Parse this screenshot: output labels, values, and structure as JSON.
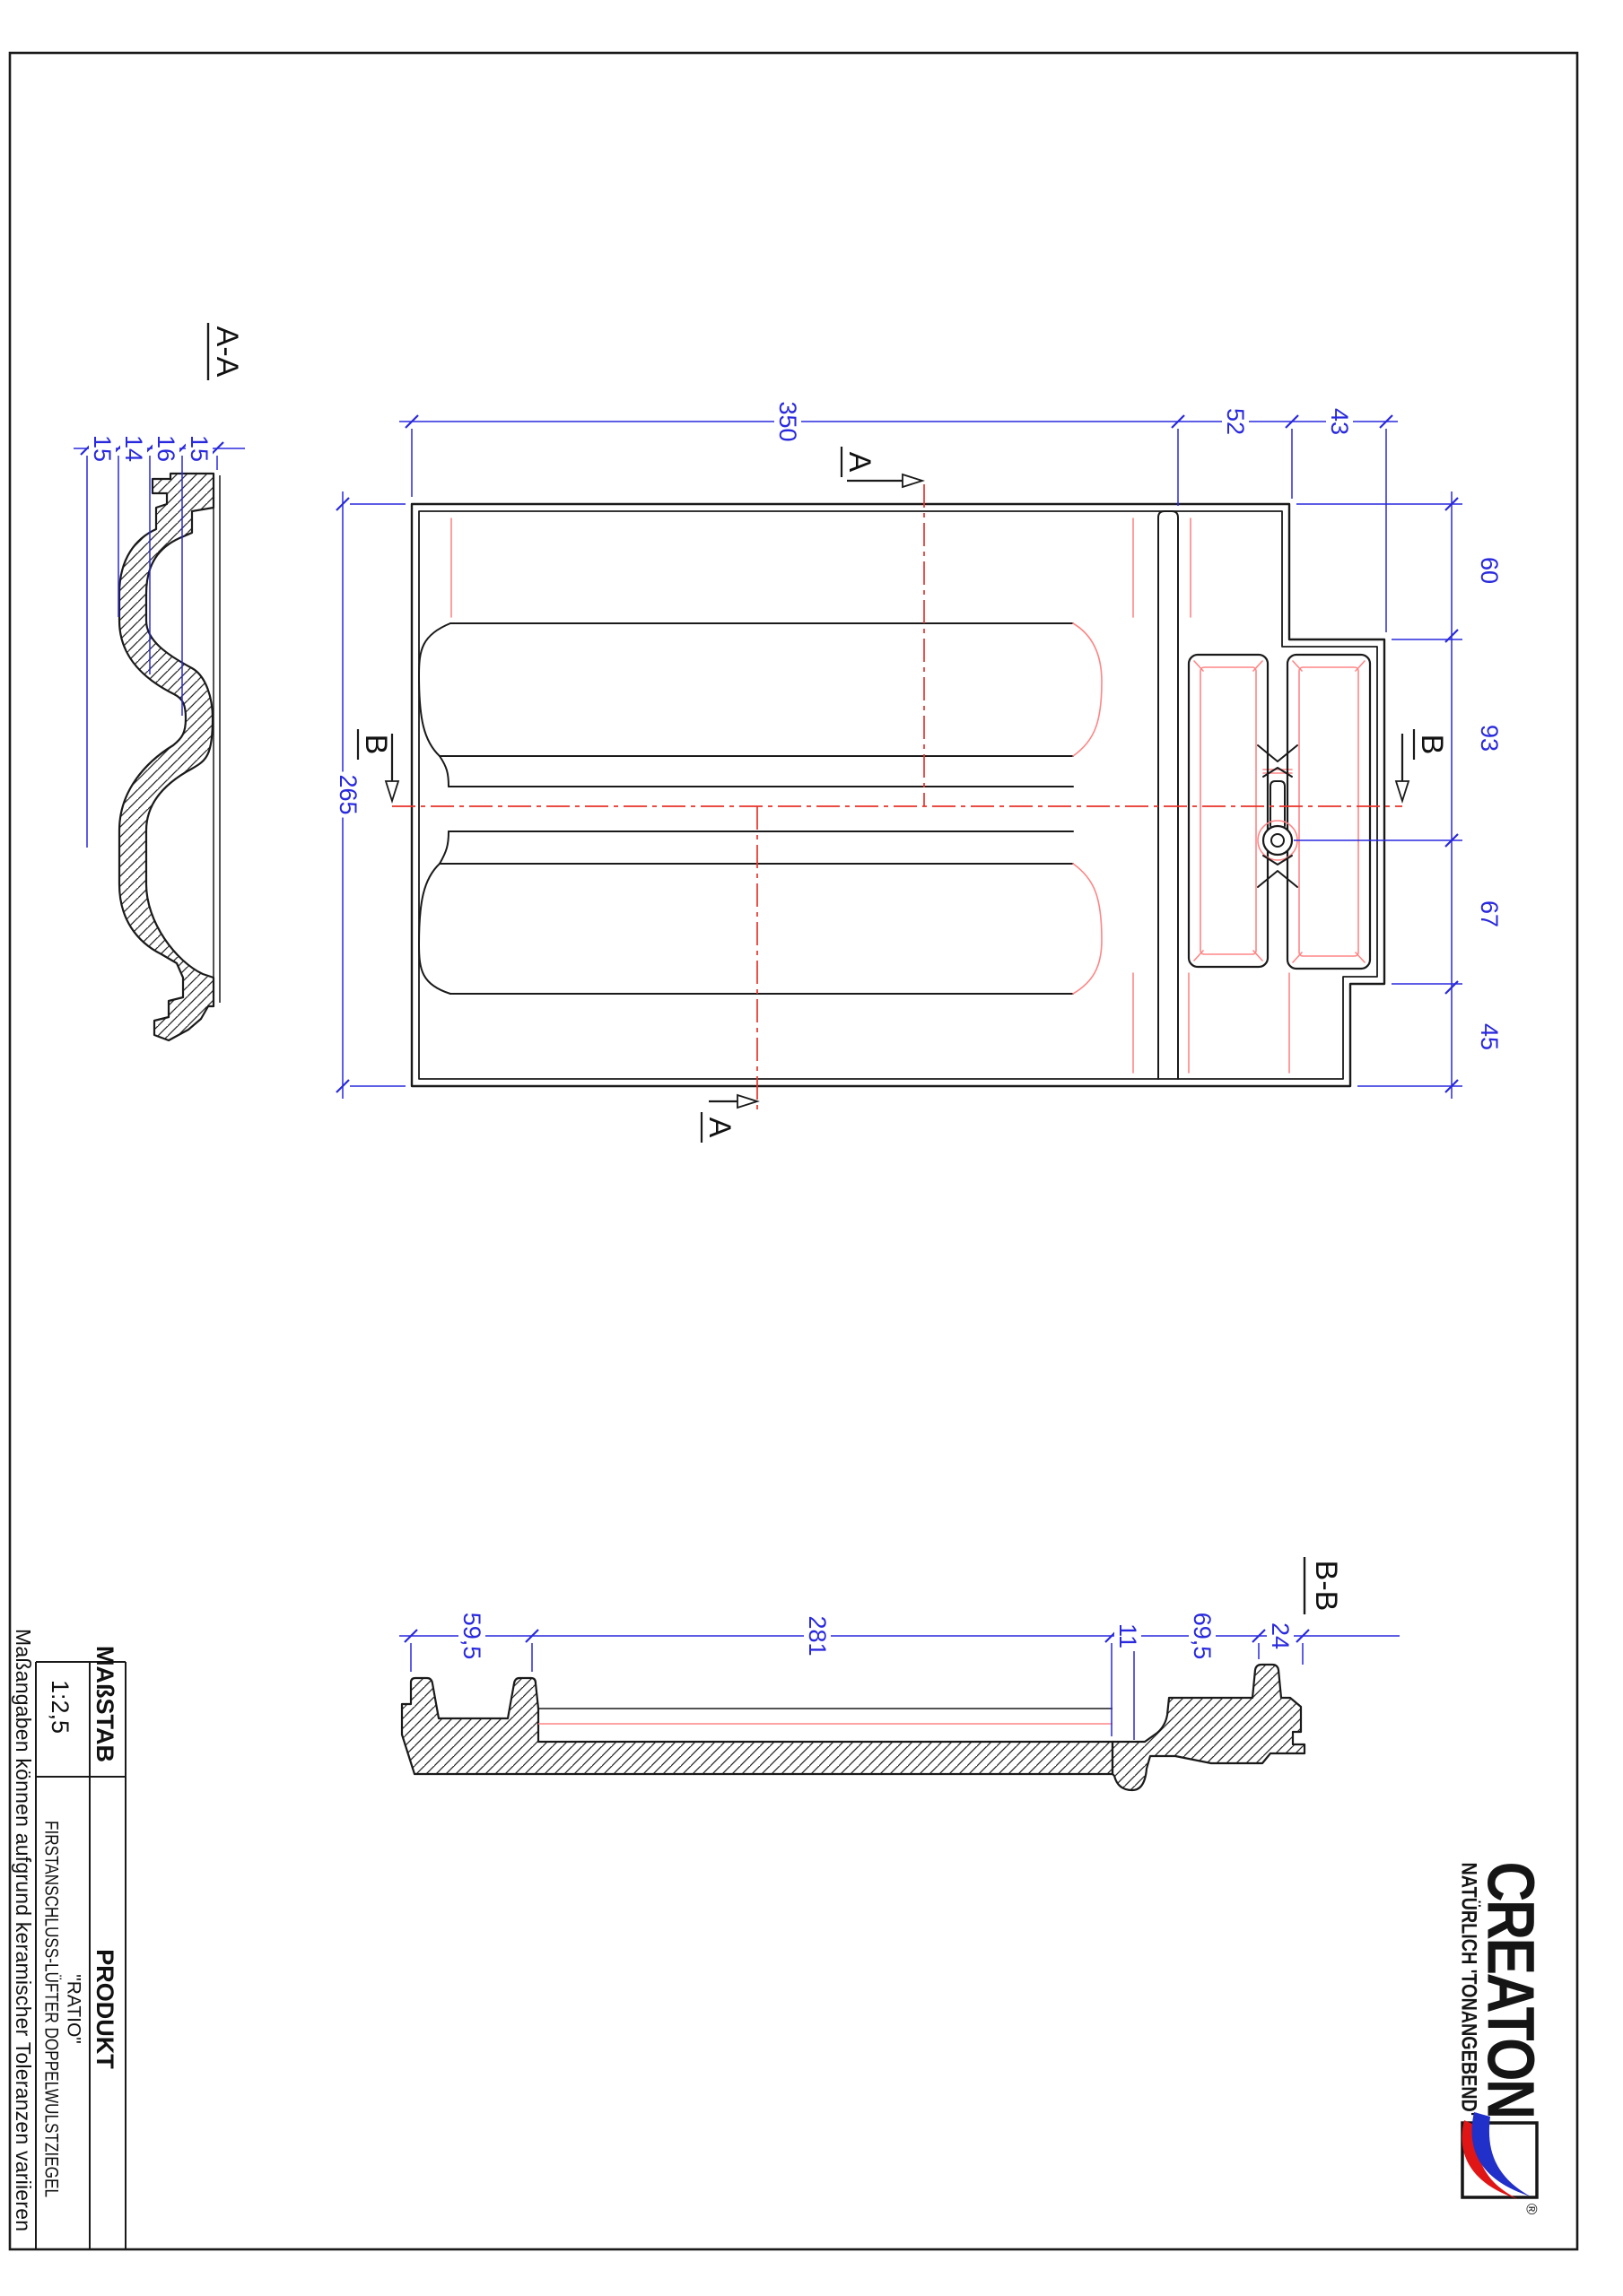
{
  "drawing": {
    "labels": {
      "section_aa": "A-A",
      "section_bb": "B-B",
      "cut_a_top": "A",
      "cut_a_bottom": "A",
      "cut_b_left": "B",
      "cut_b_right": "B"
    },
    "plan": {
      "dims_top": [
        "350",
        "52",
        "43"
      ],
      "dims_right": [
        "60",
        "93",
        "67",
        "45"
      ],
      "dim_left": "265"
    },
    "section_aa": {
      "dims": [
        "15",
        "14",
        "16",
        "15"
      ]
    },
    "section_bb": {
      "dims": [
        "59,5",
        "281",
        "11",
        "69,5",
        "24"
      ]
    }
  },
  "title_block": {
    "scale_label": "MAßSTAB",
    "scale_value": "1:2,5",
    "product_label": "PRODUKT",
    "product_name": "FIRSTANSCHLUSS-LÜFTER DOPPELWULSTZIEGEL",
    "product_variant": "\"RATIO\"",
    "note": "Maßangaben können aufgrund keramischer Toleranzen variieren"
  },
  "logo": {
    "brand": "CREATON",
    "slogan": "NATÜRLICH 'TONANGEBEND'",
    "registered": "®"
  },
  "colors": {
    "dimension_blue": "#2929dd",
    "centerline_red": "#e8332a",
    "hidden_red": "#ff8585",
    "line_black": "#1a1a1a",
    "logo_blue": "#2130c8",
    "logo_red": "#e01616"
  }
}
